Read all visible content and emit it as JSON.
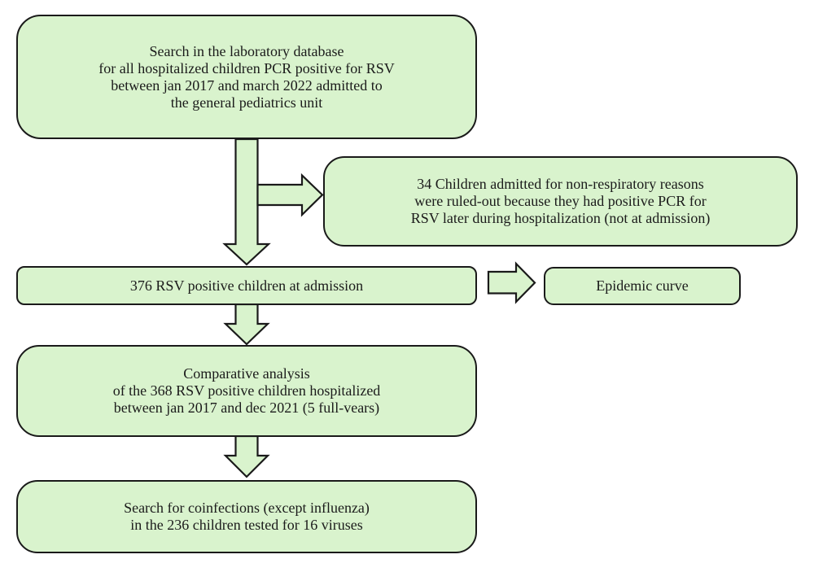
{
  "colors": {
    "box_fill": "#d9f3cd",
    "box_border": "#1a1a1a",
    "text": "#1b1b1b",
    "background": "#ffffff"
  },
  "flowchart": {
    "boxes": {
      "search_database": {
        "lines": [
          "Search in the laboratory database",
          "for all hospitalized children PCR positive for RSV",
          "between jan 2017 and march 2022 admitted to",
          "the general pediatrics unit"
        ]
      },
      "ruled_out": {
        "lines": [
          "34 Children admitted for non-respiratory reasons",
          "were ruled-out because they had positive PCR for",
          "RSV later during hospitalization (not at admission)"
        ]
      },
      "rsv_positive": {
        "lines": [
          "376 RSV positive children at admission"
        ]
      },
      "epidemic_curve": {
        "lines": [
          "Epidemic curve"
        ]
      },
      "comparative_analysis": {
        "lines": [
          "Comparative analysis",
          "of the 368 RSV positive children hospitalized",
          "between jan 2017 and dec 2021 (5 full-vears)"
        ]
      },
      "coinfections": {
        "lines": [
          "Search for coinfections (except influenza)",
          "in the 236 children tested for 16 viruses"
        ]
      }
    },
    "arrows": [
      {
        "name": "down-arrow-search-to-rsv-positive",
        "direction": "down"
      },
      {
        "name": "right-arrow-to-ruled-out",
        "direction": "right"
      },
      {
        "name": "down-arrow-rsv-positive-to-comparative",
        "direction": "down"
      },
      {
        "name": "right-arrow-to-epidemic-curve",
        "direction": "right"
      },
      {
        "name": "down-arrow-comparative-to-coinfections",
        "direction": "down"
      }
    ]
  }
}
